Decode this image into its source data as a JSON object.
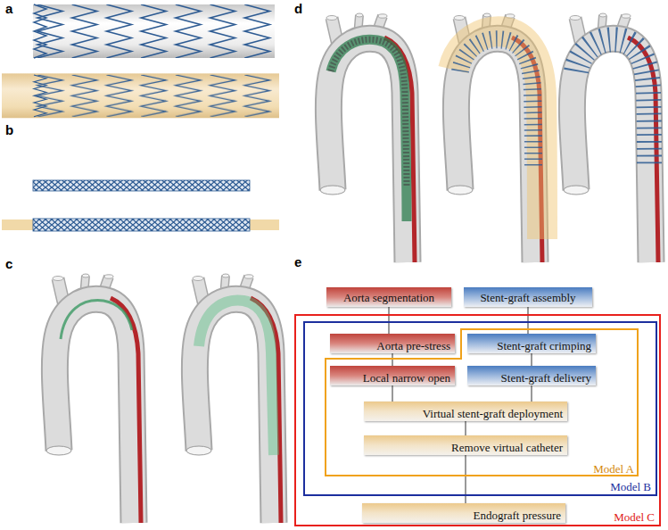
{
  "diagram": {
    "nodes": [
      {
        "text": [
          "Aorta segmentation"
        ]
      },
      {
        "text": [
          "Stent-graft assembly"
        ]
      },
      {
        "text": [
          "Model C"
        ]
      },
      {
        "text": [
          "Model B"
        ],
        "in": 2
      },
      {
        "text": [
          "Aorta pre-stress"
        ],
        "in": 3
      },
      {
        "text": [
          "Model A"
        ],
        "in": 3
      },
      {
        "text": [
          "Stent-graft crimping"
        ],
        "in": 5
      },
      {
        "text": [
          "Local narrow open"
        ],
        "in": 5
      },
      {
        "text": [
          "Stent-graft delivery"
        ],
        "in": 5
      },
      {
        "text": [
          "Virtual stent-graft deployment"
        ],
        "in": 5
      },
      {
        "text": [
          "Remove virtual catheter"
        ],
        "in": 5
      },
      {
        "text": [
          "Endograft pressure"
        ],
        "in": 2
      }
    ],
    "edges": [
      {
        "from": 0,
        "to": 4,
        "arrow": "none"
      },
      {
        "from": 4,
        "to": 7,
        "arrow": "none"
      },
      {
        "from": 7,
        "to": 9,
        "arrow": "none"
      },
      {
        "from": 1,
        "to": 6,
        "arrow": "none"
      },
      {
        "from": 6,
        "to": 8,
        "arrow": "none"
      },
      {
        "from": 8,
        "to": 9,
        "arrow": "none"
      },
      {
        "from": 9,
        "to": 10,
        "arrow": "none"
      },
      {
        "from": 10,
        "to": 11,
        "arrow": "none"
      }
    ],
    "labels": [
      "a",
      "b",
      "c",
      "d",
      "e"
    ]
  }
}
